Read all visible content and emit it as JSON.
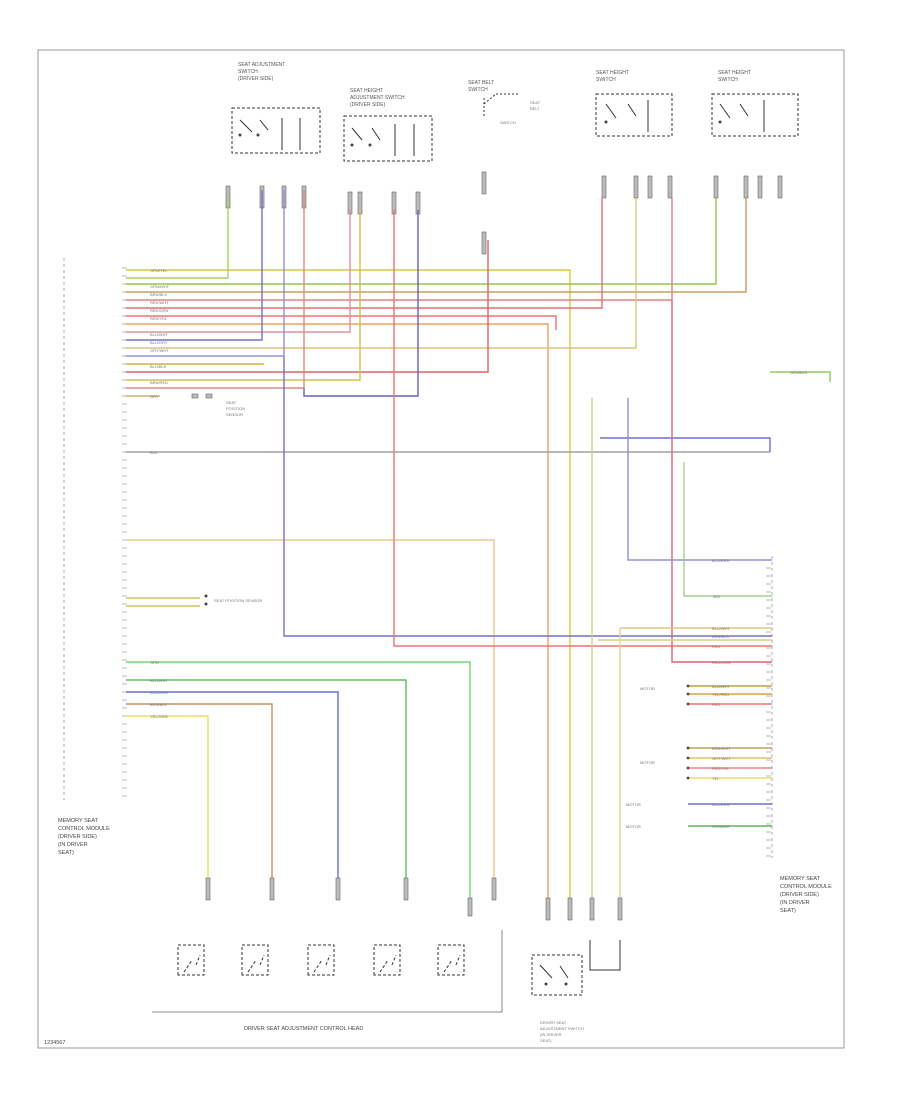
{
  "diagram": {
    "footer_code": "1234567",
    "labels": {
      "memory_module_left": [
        "MEMORY SEAT",
        "CONTROL MODULE",
        "(DRIVER SIDE)",
        "(IN DRIVER",
        "SEAT)"
      ],
      "memory_module_right": [
        "MEMORY SEAT",
        "CONTROL MODULE",
        "(DRIVER SIDE)",
        "(IN DRIVER",
        "SEAT)"
      ],
      "switches_bottom": "DRIVER SEAT ADJUSTMENT CONTROL HEAD",
      "switch_bottom_right": [
        "DRIVER SEAT",
        "ADJUSTMENT SWITCH",
        "(IN DRIVER",
        "SEAT)"
      ],
      "top_switch_1": [
        "SEAT ADJUSTMENT",
        "SWITCH",
        "(DRIVER SIDE)"
      ],
      "top_switch_2": [
        "SEAT HEIGHT",
        "ADJUSTMENT SWITCH",
        "(DRIVER SIDE)"
      ],
      "top_switch_3": [
        "SEAT BELT",
        "SWITCH"
      ],
      "top_switch_4": [
        "SEAT HEIGHT",
        "SWITCH"
      ],
      "top_switch_5": [
        "SEAT HEIGHT",
        "SWITCH"
      ],
      "note_mid": [
        "SEAT",
        "POSITION",
        "SENSOR"
      ],
      "note_left_mid": "SEAT POSITION SENSOR",
      "note_right_1": "MOTOR",
      "note_right_2": "MOTOR",
      "note_right_3": "MOTOR",
      "note_right_4": "MOTOR",
      "right_label_green": "GRN/BLK",
      "right_label_tan": "TAN",
      "right_label_blue": "BLU/RED",
      "center_label": "BLK",
      "left_wire_labels": [
        "GRN/YEL",
        "GRN/WHT",
        "BRN/BLK",
        "RED/WHT",
        "RED/GRN",
        "RED/YEL",
        "BLU/WHT",
        "BLU/GRY",
        "GRY/WHT",
        "BLU/BLK",
        "BRN/RED",
        "GRY"
      ],
      "left_lower_labels": [
        "GRN",
        "BLU/WHT",
        "BLU/GRN",
        "BRN/BLK",
        "YEL/GRN"
      ],
      "right_wire_labels_a": [
        "BLU/WHT",
        "BRN/BLK",
        "RED",
        "RED/GRN"
      ],
      "right_wire_labels_b": [
        "BLU/WHT",
        "YEL/RED",
        "RED"
      ],
      "right_wire_labels_c": [
        "BRN/WHT",
        "GRY/WHT",
        "RED/YEL",
        "YEL"
      ],
      "right_wire_labels_d": [
        "BLU/RED",
        "GRN/BLK"
      ]
    }
  }
}
